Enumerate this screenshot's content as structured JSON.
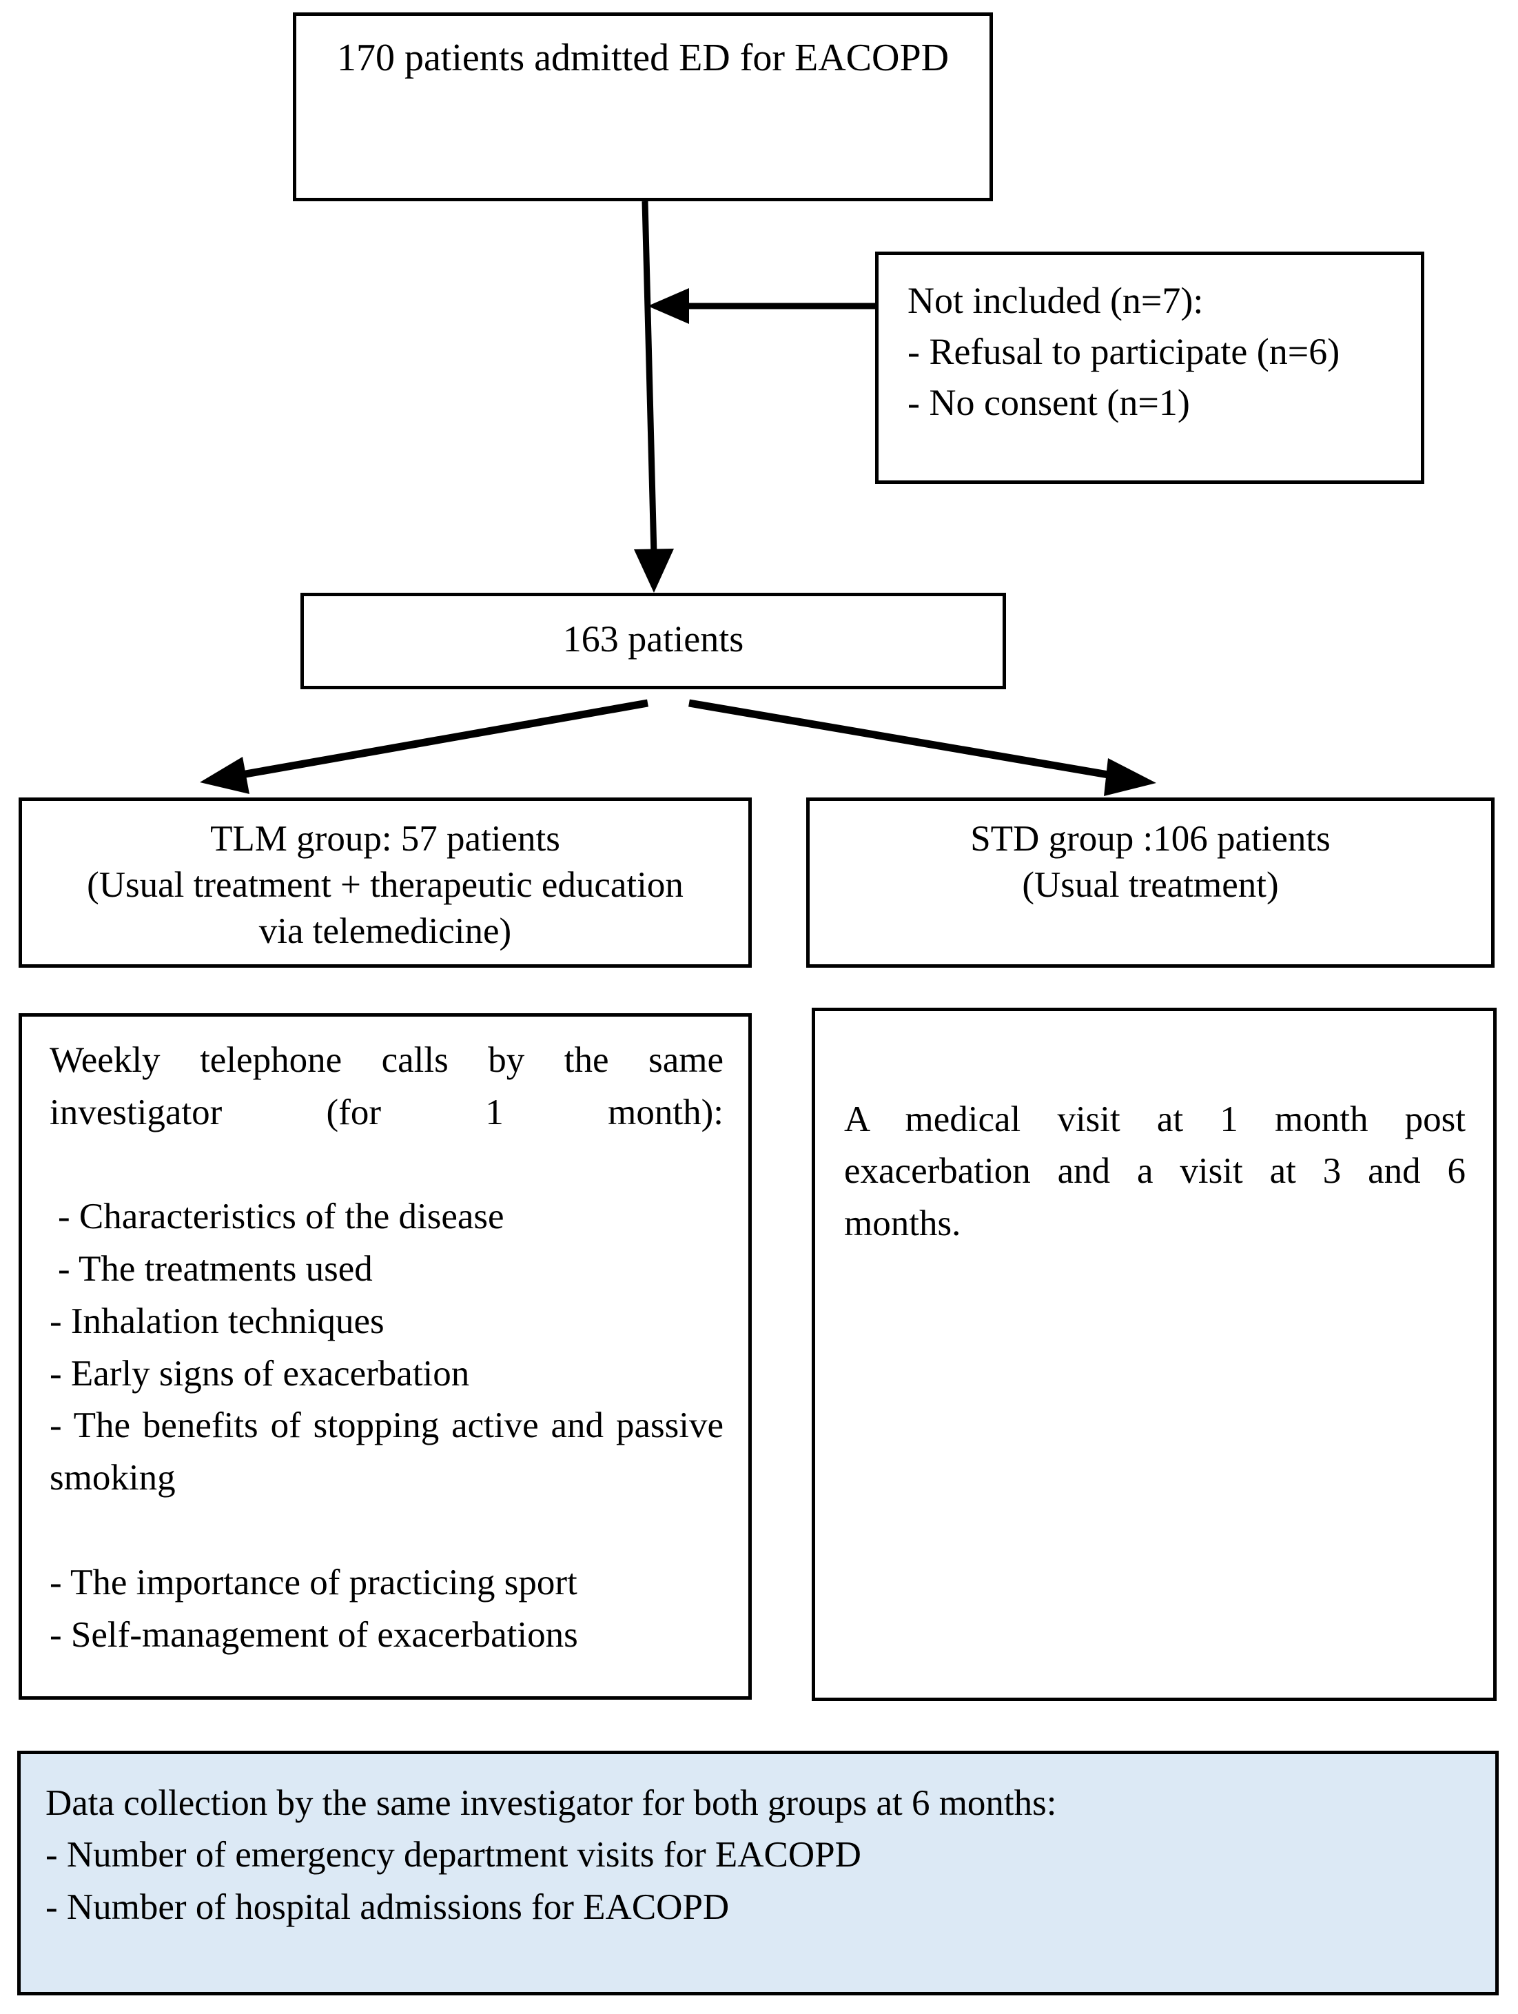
{
  "diagram": {
    "title": "Study flow diagram of EACOPD telemedicine trial",
    "background_color": "#ffffff",
    "line_color": "#000000",
    "highlight_fill": "#dce9f5"
  },
  "nodes": {
    "admitted": {
      "id": "box-admitted",
      "text": "170 patients admitted ED for EACOPD"
    },
    "not_included": {
      "id": "box-not-included",
      "heading": "Not included (n=7):",
      "items": [
        "- Refusal to participate (n=6)",
        "- No consent (n=1)"
      ],
      "text": "Not included (n=7):\n- Refusal to participate (n=6)\n- No consent (n=1)"
    },
    "enrolled": {
      "id": "box-163",
      "text": "163 patients"
    },
    "tlm_group": {
      "id": "box-tlm",
      "text": "TLM group: 57 patients\n(Usual treatment + therapeutic education\nvia telemedicine)",
      "label": "TLM group: 57 patients",
      "n": 57,
      "description": "(Usual treatment + therapeutic education via telemedicine)"
    },
    "std_group": {
      "id": "box-std",
      "text": "STD group :106 patients\n(Usual treatment)",
      "label": "STD group :106 patients",
      "n": 106,
      "description": "(Usual treatment)"
    },
    "tlm_detail": {
      "id": "box-tlm-detail",
      "intro": "Weekly telephone calls by the same investigator (for 1 month):",
      "items": [
        "- Characteristics of the disease",
        "- The treatments used",
        "- Inhalation techniques",
        "- Early signs of exacerbation",
        "- The benefits of stopping active and passive smoking",
        "- The importance of practicing sport",
        "- Self-management of exacerbations"
      ]
    },
    "std_detail": {
      "id": "box-std-detail",
      "text": "A medical visit at 1 month post exacerbation and a visit at 3 and 6 months."
    },
    "data_collection": {
      "id": "box-data-collection",
      "heading": "Data collection by the same investigator for both groups at 6 months:",
      "items": [
        "- Number of emergency department visits for EACOPD",
        "- Number of hospital admissions for EACOPD"
      ]
    }
  },
  "edges": [
    {
      "name": "admitted-to-enrolled",
      "from": "admitted",
      "to": "enrolled",
      "style": "vertical-arrow"
    },
    {
      "name": "not-included-to-flow",
      "from": "not_included",
      "to": "admitted-to-enrolled",
      "style": "horizontal-arrow-left"
    },
    {
      "name": "enrolled-to-tlm",
      "from": "enrolled",
      "to": "tlm_group",
      "style": "diagonal-arrow-left"
    },
    {
      "name": "enrolled-to-std",
      "from": "enrolled",
      "to": "std_group",
      "style": "diagonal-arrow-right"
    }
  ]
}
